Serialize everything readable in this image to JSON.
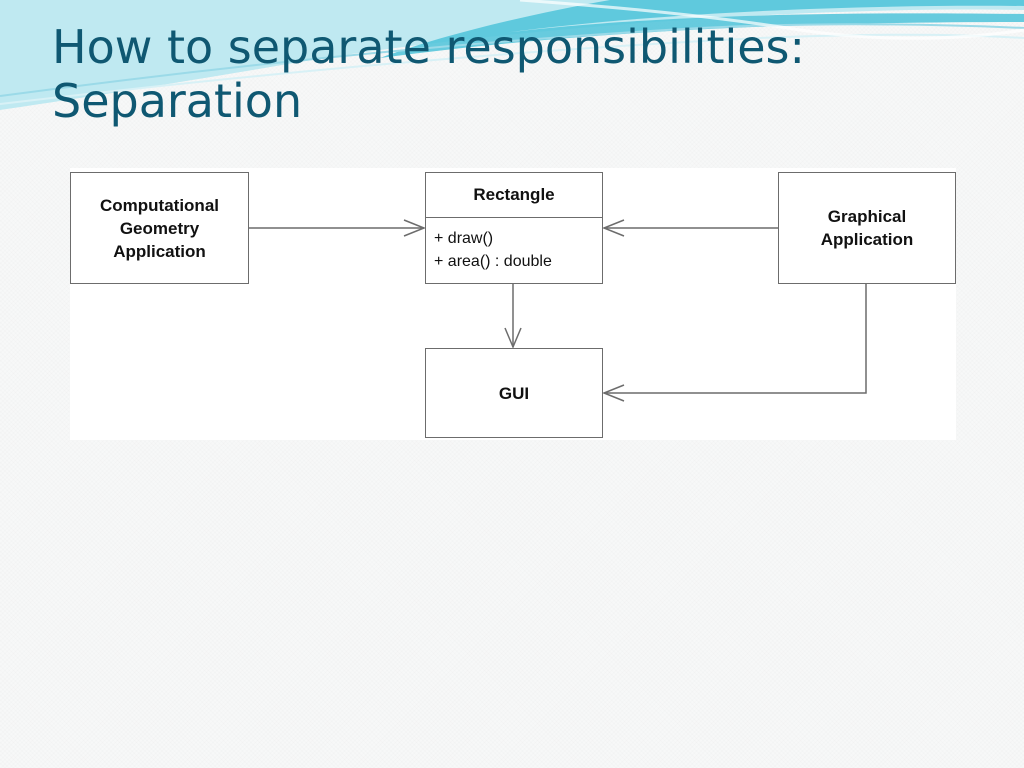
{
  "title": {
    "line1": "How to separate responsibilities:",
    "line2": "Separation"
  },
  "diagram": {
    "computational_geometry": "Computational\nGeometry\nApplication",
    "rectangle": {
      "name": "Rectangle",
      "operations": [
        "+ draw()",
        "+ area() : double"
      ]
    },
    "graphical_application": "Graphical\nApplication",
    "gui": "GUI"
  },
  "colors": {
    "title": "#0f5872",
    "box_border": "#6c6c6c",
    "swoosh_primary": "#4ec3d9",
    "swoosh_light": "#bfe9f1"
  }
}
